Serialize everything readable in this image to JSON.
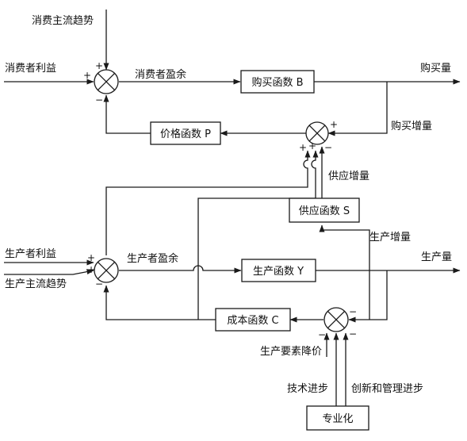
{
  "labels": {
    "consumer_trend": "消费主流趋势",
    "consumer_benefit": "消费者利益",
    "consumer_surplus": "消费者盈余",
    "purchase_amount": "购买量",
    "purchase_increase": "购买增量",
    "supply_increase": "供应增量",
    "producer_benefit": "生产者利益",
    "producer_trend": "生产主流趋势",
    "producer_surplus": "生产者盈余",
    "production_amount": "生产量",
    "production_increase": "生产增量",
    "factor_price_drop": "生产要素降价",
    "tech_progress": "技术进步",
    "innovation_progress": "创新和管理进步"
  },
  "blocks": {
    "purchase_function": "购买函数 B",
    "price_function": "价格函数 P",
    "supply_function": "供应函数 S",
    "production_function": "生产函数 Y",
    "cost_function": "成本函数 C",
    "specialization": "专业化"
  },
  "signs": {
    "plus": "+",
    "minus": "−"
  }
}
